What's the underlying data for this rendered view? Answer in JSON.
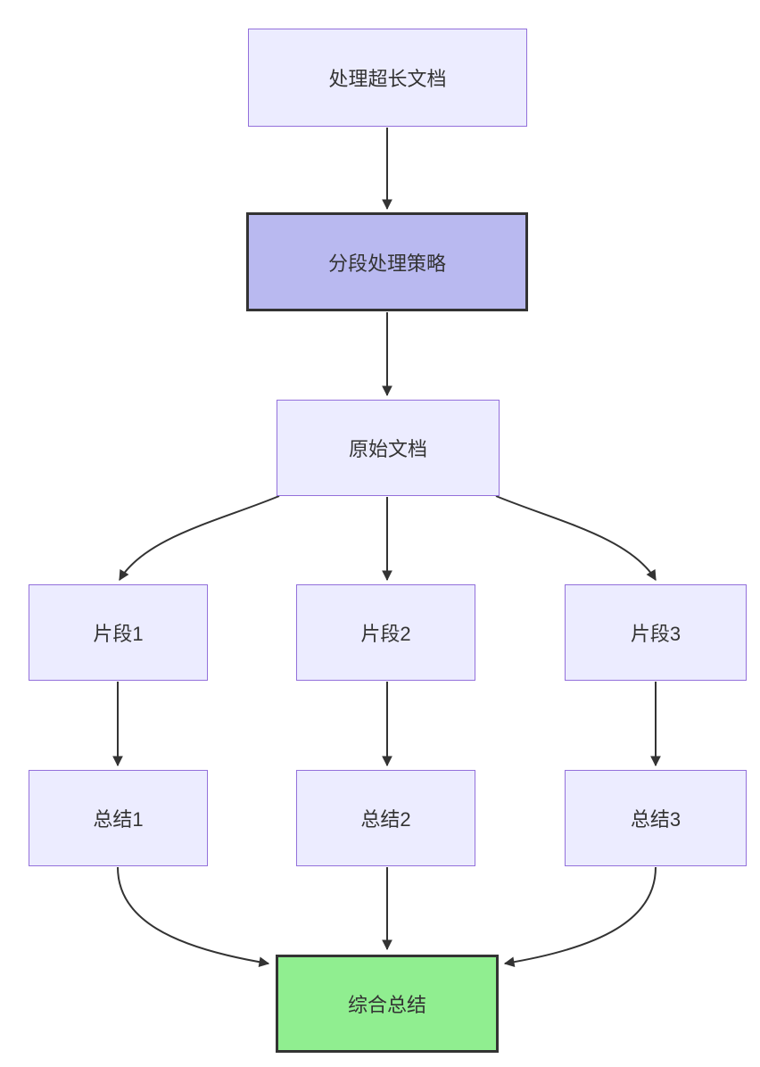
{
  "diagram": {
    "type": "flowchart",
    "direction": "top-down",
    "nodes": {
      "process_long_doc": {
        "label": "处理超长文档",
        "style": "default"
      },
      "strategy": {
        "label": "分段处理策略",
        "style": "highlight"
      },
      "original_doc": {
        "label": "原始文档",
        "style": "default"
      },
      "fragment1": {
        "label": "片段1",
        "style": "default"
      },
      "fragment2": {
        "label": "片段2",
        "style": "default"
      },
      "fragment3": {
        "label": "片段3",
        "style": "default"
      },
      "summary1": {
        "label": "总结1",
        "style": "default"
      },
      "summary2": {
        "label": "总结2",
        "style": "default"
      },
      "summary3": {
        "label": "总结3",
        "style": "default"
      },
      "final_summary": {
        "label": "综合总结",
        "style": "success"
      }
    },
    "edges": [
      {
        "from": "处理超长文档",
        "to": "分段处理策略"
      },
      {
        "from": "分段处理策略",
        "to": "原始文档"
      },
      {
        "from": "原始文档",
        "to": "片段1"
      },
      {
        "from": "原始文档",
        "to": "片段2"
      },
      {
        "from": "原始文档",
        "to": "片段3"
      },
      {
        "from": "片段1",
        "to": "总结1"
      },
      {
        "from": "片段2",
        "to": "总结2"
      },
      {
        "from": "片段3",
        "to": "总结3"
      },
      {
        "from": "总结1",
        "to": "综合总结"
      },
      {
        "from": "总结2",
        "to": "综合总结"
      },
      {
        "from": "总结3",
        "to": "综合总结"
      }
    ],
    "colors": {
      "node_fill": "#ECECFF",
      "node_border": "#9370DB",
      "highlight_fill": "#B9B9F0",
      "success_fill": "#90EE90",
      "emphasis_border": "#333333",
      "edge_color": "#333333",
      "text_color": "#333333"
    }
  }
}
